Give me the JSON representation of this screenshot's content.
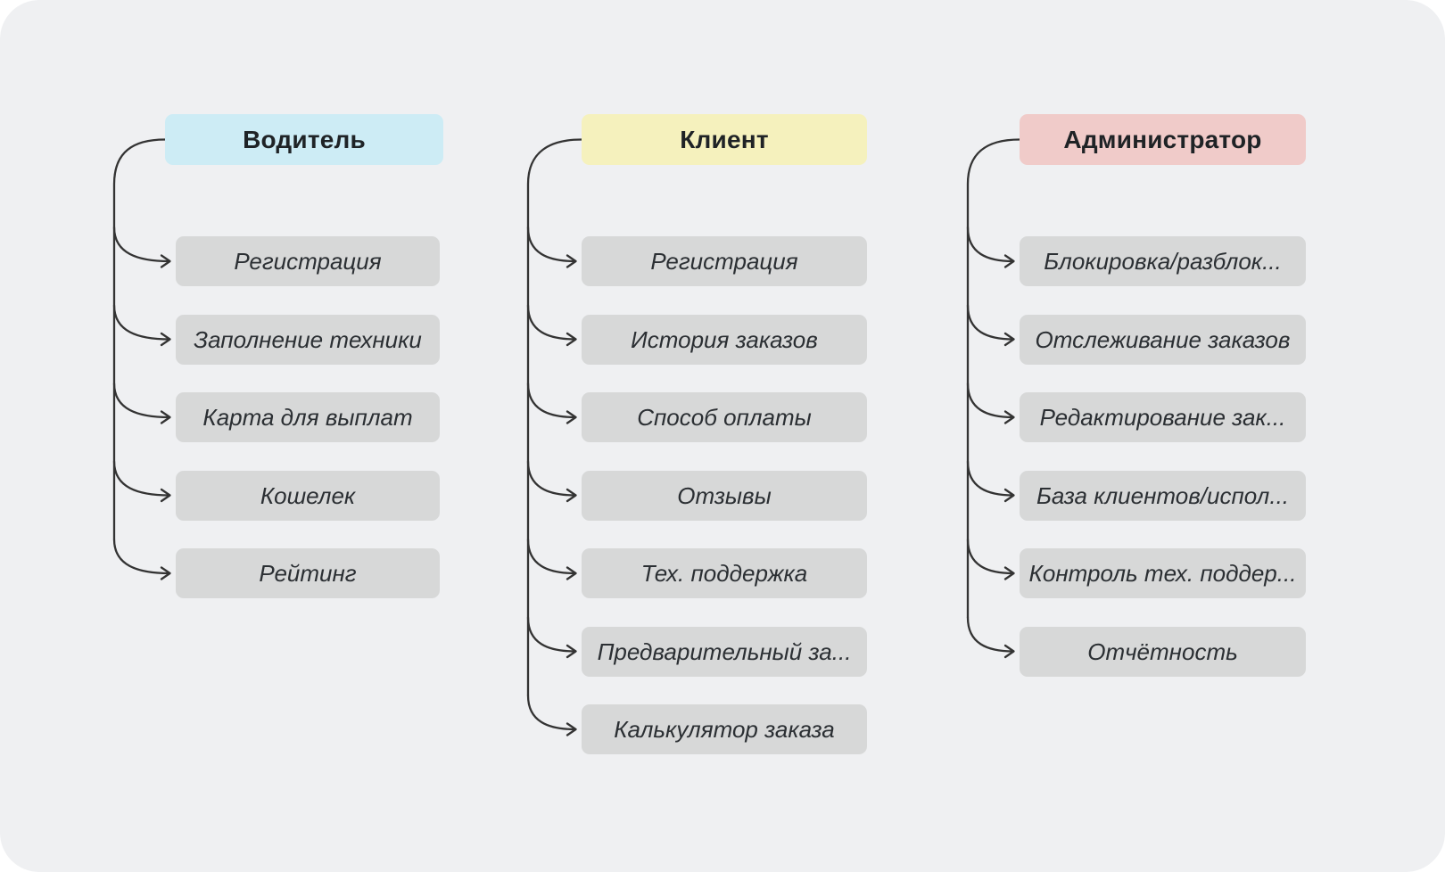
{
  "diagram": {
    "canvas_bg": "#eff0f2",
    "connector_color": "#333333",
    "item_bg": "#d7d8d8",
    "columns": [
      {
        "header": {
          "label": "Водитель",
          "bg": "#cdecf5"
        },
        "items": [
          {
            "label": "Регистрация"
          },
          {
            "label": "Заполнение техники"
          },
          {
            "label": "Карта для выплат"
          },
          {
            "label": "Кошелек"
          },
          {
            "label": "Рейтинг"
          }
        ]
      },
      {
        "header": {
          "label": "Клиент",
          "bg": "#f5f1bd"
        },
        "items": [
          {
            "label": "Регистрация"
          },
          {
            "label": "История заказов"
          },
          {
            "label": "Способ оплаты"
          },
          {
            "label": "Отзывы"
          },
          {
            "label": "Тех. поддержка"
          },
          {
            "label": "Предварительный за..."
          },
          {
            "label": "Калькулятор заказа"
          }
        ]
      },
      {
        "header": {
          "label": "Администратор",
          "bg": "#f0cbc9"
        },
        "items": [
          {
            "label": "Блокировка/разблок..."
          },
          {
            "label": "Отслеживание заказов"
          },
          {
            "label": "Редактирование зак..."
          },
          {
            "label": "База клиентов/испол..."
          },
          {
            "label": "Контроль тех. поддер..."
          },
          {
            "label": "Отчётность"
          }
        ]
      }
    ]
  }
}
